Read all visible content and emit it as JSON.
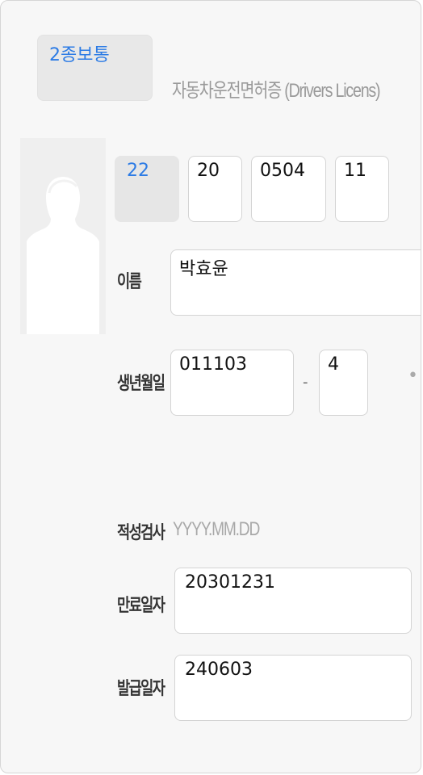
{
  "license": {
    "type": "2종보통",
    "title": "자동차운전면허증 (Drivers Licens)",
    "number": {
      "region": "22",
      "year": "20",
      "serial": "0504",
      "check": "11"
    }
  },
  "fields": {
    "name": {
      "label": "이름",
      "value": "박효윤"
    },
    "birth": {
      "label": "생년월일",
      "front": "011103",
      "separator": "-",
      "back": "4"
    },
    "aptitude": {
      "label": "적성검사",
      "placeholder": "YYYY.MM.DD"
    },
    "expiry": {
      "label": "만료일자",
      "value": "20301231"
    },
    "issue": {
      "label": "발급일자",
      "value": "240603"
    }
  },
  "icons": {
    "photo": "person-silhouette-icon",
    "more": "more-dots-icon"
  },
  "colors": {
    "accent": "#2c7be5",
    "background": "#f7f7f7"
  }
}
